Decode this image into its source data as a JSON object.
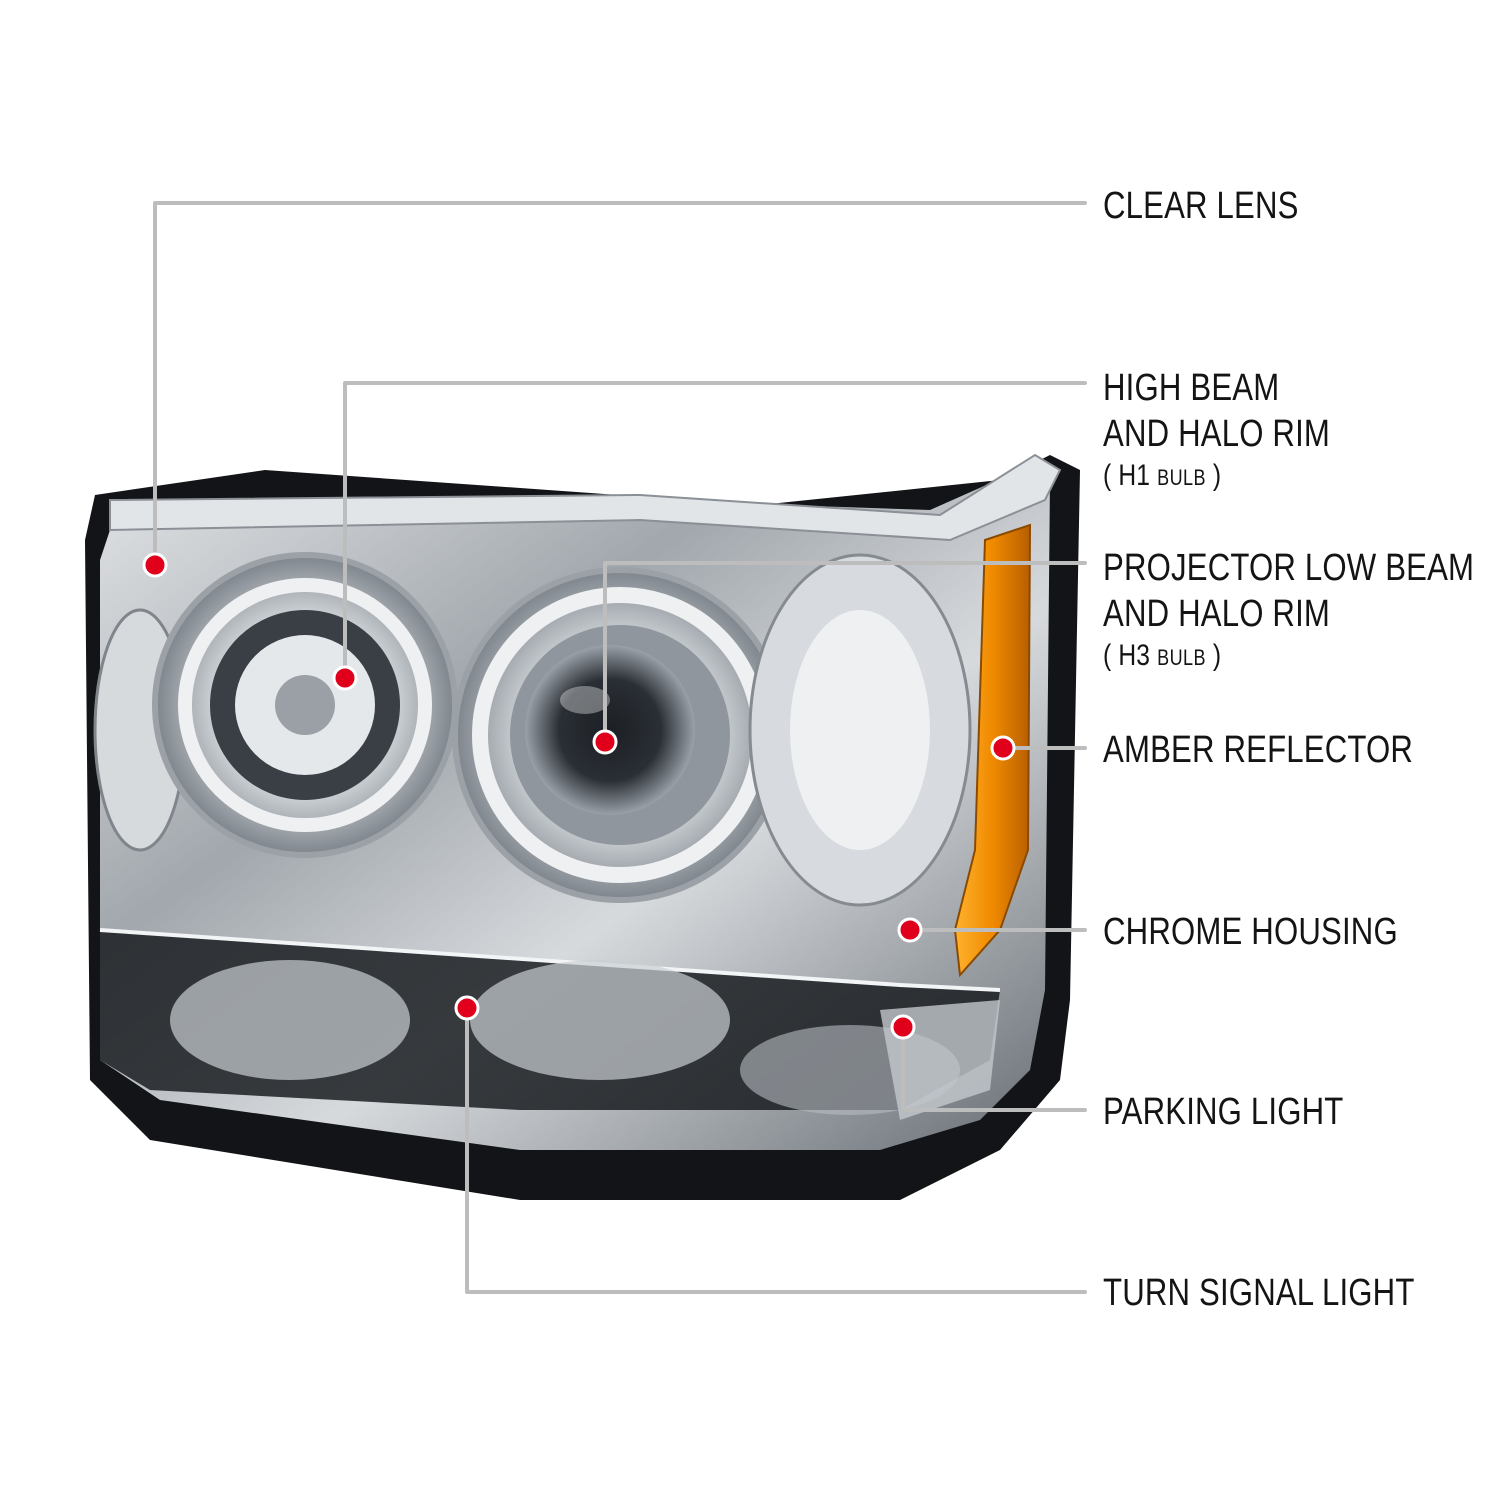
{
  "colors": {
    "callout_line": "#bdbdbd",
    "marker_dot": "#e0001b",
    "amber": "#f08a00",
    "chrome": "#c8ccd0",
    "housing_dark": "#121417",
    "label_text": "#141414"
  },
  "callouts": [
    {
      "id": "clear-lens",
      "lines": [
        "CLEAR LENS"
      ]
    },
    {
      "id": "high-beam",
      "lines": [
        "HIGH BEAM",
        "AND HALO RIM"
      ],
      "bulb_type": "H1",
      "bulb_word": "BULB"
    },
    {
      "id": "projector-low-beam",
      "lines": [
        "PROJECTOR LOW BEAM",
        "AND HALO RIM"
      ],
      "bulb_type": "H3",
      "bulb_word": "BULB"
    },
    {
      "id": "amber-reflector",
      "lines": [
        "AMBER REFLECTOR"
      ]
    },
    {
      "id": "chrome-housing",
      "lines": [
        "CHROME HOUSING"
      ]
    },
    {
      "id": "parking-light",
      "lines": [
        "PARKING LIGHT"
      ]
    },
    {
      "id": "turn-signal-light",
      "lines": [
        "TURN SIGNAL LIGHT"
      ]
    }
  ]
}
